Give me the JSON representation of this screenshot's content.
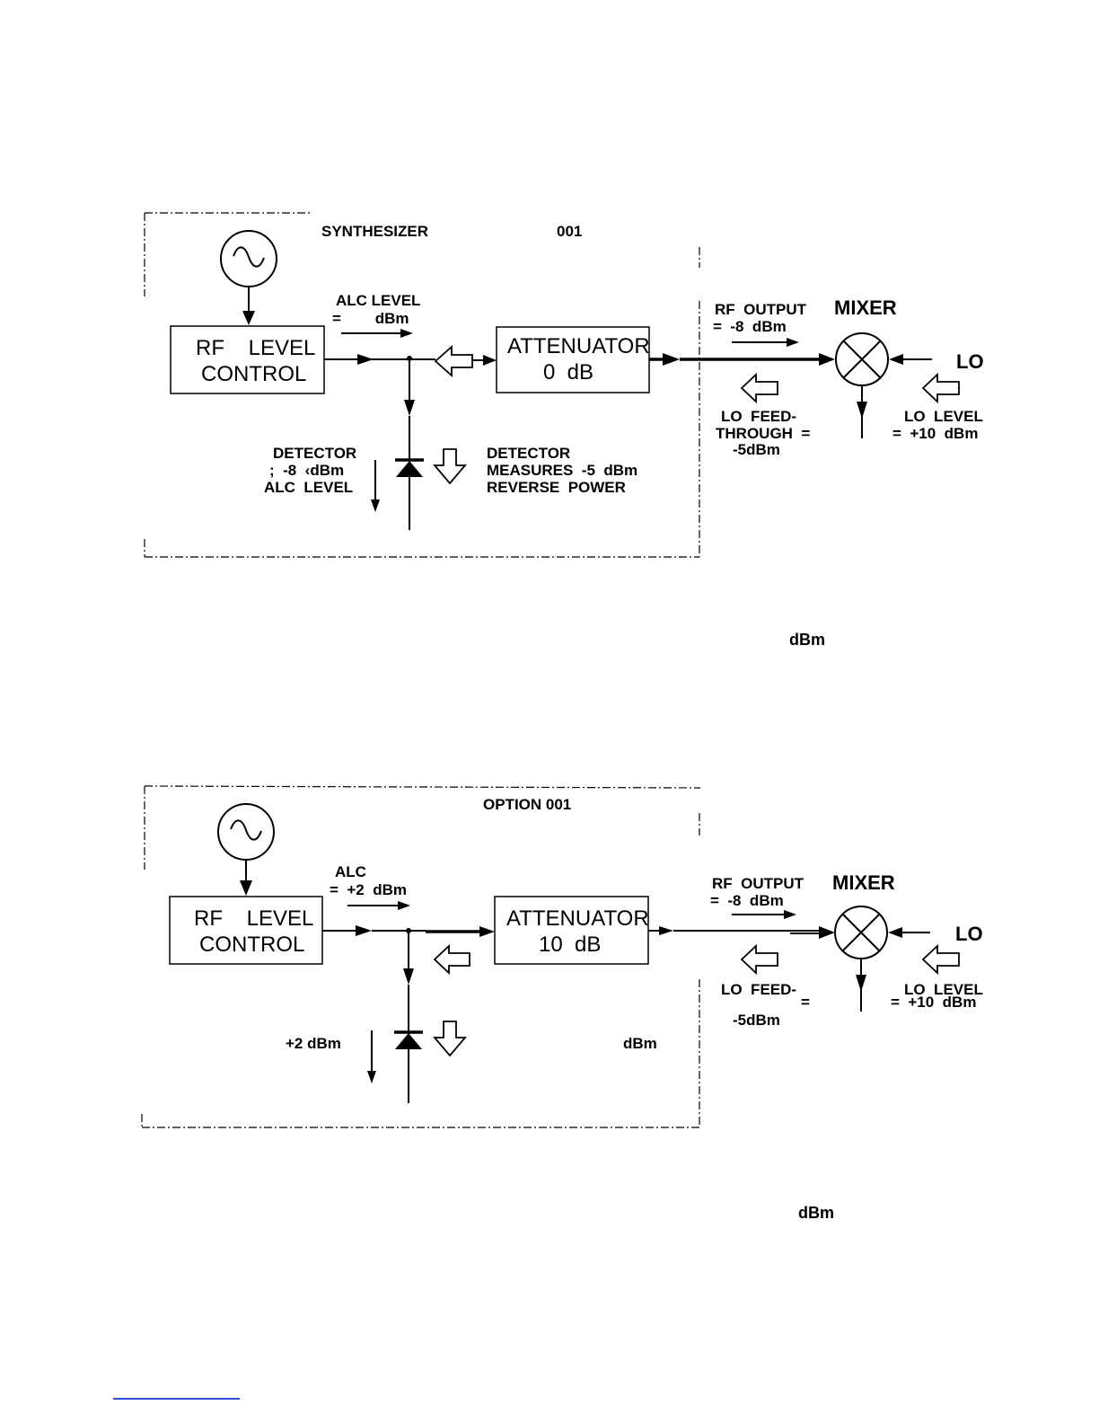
{
  "diagram1": {
    "synthesizer_label": "SYNTHESIZER",
    "option_label": "001",
    "alc_level_label": "ALC LEVEL",
    "alc_level_value": "=        dBm",
    "rf_level_control_line1": "RF    LEVEL",
    "rf_level_control_line2": "CONTROL",
    "attenuator_line1": "ATTENUATOR",
    "attenuator_line2": "0  dB",
    "rf_output_label": "RF  OUTPUT",
    "rf_output_value": "=  -8  dBm",
    "mixer_label": "MIXER",
    "lo_label": "LO",
    "lo_feedthrough_line1": "LO  FEED-",
    "lo_feedthrough_line2": "THROUGH  =",
    "lo_feedthrough_line3": "-5dBm",
    "lo_level_line1": "LO  LEVEL",
    "lo_level_line2": "=  +10  dBm",
    "detector_left_line1": "DETECTOR",
    "detector_left_line2": ";  -8  ‹dBm",
    "detector_left_line3": "ALC  LEVEL",
    "detector_right_line1": "DETECTOR",
    "detector_right_line2": "MEASURES  -5  dBm",
    "detector_right_line3": "REVERSE  POWER",
    "caption_unit": "dBm"
  },
  "diagram2": {
    "option_label": "OPTION 001",
    "alc_label": "ALC",
    "alc_value": "=  +2  dBm",
    "rf_level_control_line1": "RF    LEVEL",
    "rf_level_control_line2": "CONTROL",
    "attenuator_line1": "ATTENUATOR",
    "attenuator_line2": "10  dB",
    "rf_output_label": "RF  OUTPUT",
    "rf_output_value": "=  -8  dBm",
    "mixer_label": "MIXER",
    "lo_label": "LO",
    "lo_feed_line1": "LO  FEED-",
    "lo_feed_line2": "=",
    "lo_feed_line3": "-5dBm",
    "lo_level_line1": "LO  LEVEL",
    "lo_level_line2": "=  +10  dBm",
    "detector_left_value": "+2 dBm",
    "detector_right_value": "dBm",
    "caption_unit": "dBm"
  }
}
